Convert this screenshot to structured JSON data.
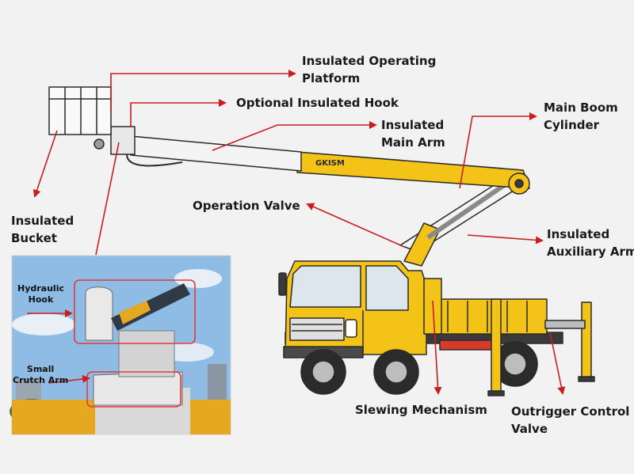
{
  "labels": {
    "insulated_operating_platform": [
      "Insulated Operating",
      "Platform"
    ],
    "optional_insulated_hook": "Optional Insulated Hook",
    "insulated_main_arm": [
      "Insulated",
      "Main Arm"
    ],
    "main_boom_cylinder": [
      "Main Boom",
      "Cylinder"
    ],
    "operation_valve": "Operation Valve",
    "insulated_auxiliary_arm": [
      "Insulated",
      "Auxiliary Arm"
    ],
    "insulated_bucket": [
      "Insulated",
      "Bucket"
    ],
    "slewing_mechanism": "Slewing Mechanism",
    "outrigger_control_valve": [
      "Outrigger Control",
      "Valve"
    ]
  },
  "inset": {
    "hydraulic_hook": [
      "Hydraulic",
      "Hook"
    ],
    "small_crutch_arm": [
      "Small",
      "Crutch Arm"
    ]
  },
  "truck": {
    "boom_brand": "GKISM"
  },
  "colors": {
    "arrow": "#c81e1e",
    "truck_yellow": "#f3c417",
    "boom_white": "#f4f4f4",
    "outline": "#2a2a2a",
    "sky": "#8fbce4",
    "highlight_box": "#e03a3a"
  }
}
